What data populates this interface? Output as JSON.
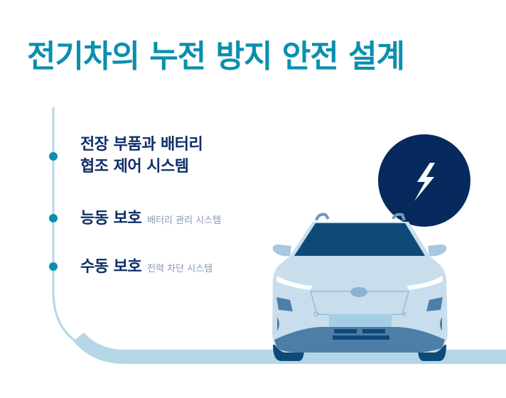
{
  "title": "전기차의 누전 방지 안전 설계",
  "items": [
    {
      "main_line1": "전장 부품과 배터리",
      "main_line2": "협조 제어 시스템",
      "sub": ""
    },
    {
      "main": "능동 보호",
      "sub": "배터리 관리 시스템"
    },
    {
      "main": "수동 보호",
      "sub": "전력 차단 시스템"
    }
  ],
  "icons": {
    "badge": "lightning-bolt-icon",
    "illustration": "electric-car-front"
  },
  "colors": {
    "title": "#0a8fae",
    "item_text": "#0e2f66",
    "sub_text": "#8598b3",
    "timeline": "#b4d6e7",
    "dot": "#0a8fae",
    "badge": "#062a5e",
    "car_body": "#c8deed",
    "car_dark": "#0e4a78"
  }
}
